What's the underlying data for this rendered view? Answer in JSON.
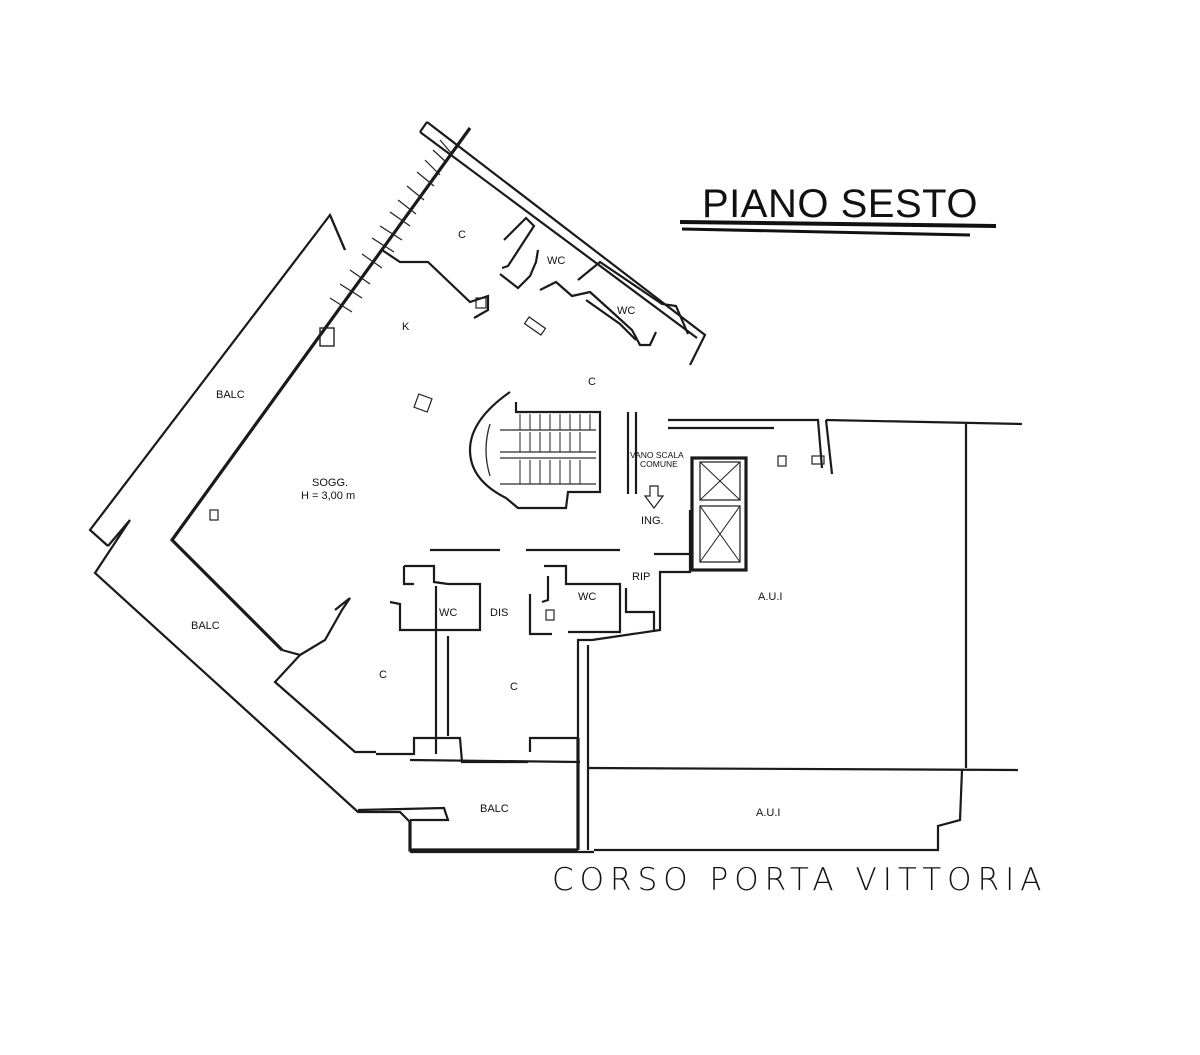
{
  "title": "PIANO SESTO",
  "street": "CORSO PORTA VITTORIA",
  "rooms": {
    "c_top": "C",
    "wc_1": "WC",
    "wc_2": "WC",
    "k": "K",
    "c_mid": "C",
    "balc_left_top": "BALC",
    "sogg": "SOGG.",
    "sogg_height": "H = 3,00 m",
    "vano_scala": "VANO SCALA",
    "comune": "COMUNE",
    "ing": "ING.",
    "rip": "RIP",
    "wc_3": "WC",
    "dis": "DIS",
    "wc_4": "WC",
    "balc_left_bottom": "BALC",
    "c_low_left": "C",
    "c_low_right": "C",
    "aui_right": "A.U.I",
    "balc_bottom": "BALC",
    "aui_bottom": "A.U.I"
  },
  "icons": {
    "lift": "elevator-icon",
    "stairs": "stairs-icon",
    "entry_arrow": "entry-arrow-icon"
  }
}
